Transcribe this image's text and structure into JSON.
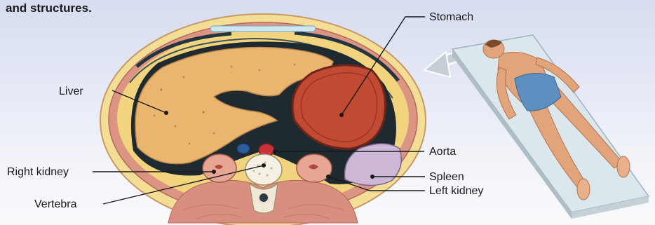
{
  "caption": "and structures.",
  "labels": {
    "stomach": "Stomach",
    "liver": "Liver",
    "aorta": "Aorta",
    "spleen": "Spleen",
    "right_kidney": "Right kidney",
    "left_kidney": "Left kidney",
    "vertebra": "Vertebra"
  },
  "icons": {
    "view_arrow": "curved-arrow-icon"
  },
  "colors": {
    "background_top": "#d6ddf0",
    "liver": "#e9b56f",
    "stomach": "#c14a32",
    "spleen": "#cdb8d8",
    "kidney": "#e7a693",
    "muscle": "#d88f80",
    "fat": "#f3d57a",
    "aorta": "#c8323a",
    "table": "#dbe7ec",
    "skin": "#e2a47a",
    "shorts": "#5d8fc0"
  }
}
